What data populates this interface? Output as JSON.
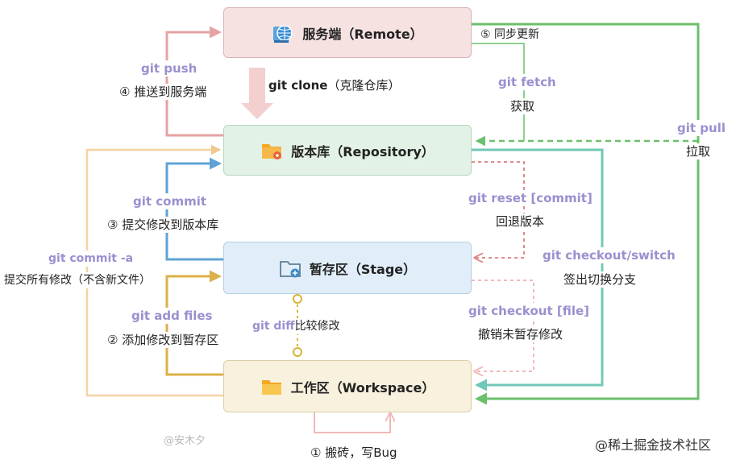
{
  "boxes": {
    "remote": "服务端（Remote）",
    "repository": "版本库（Repository）",
    "stage": "暂存区（Stage）",
    "workspace": "工作区（Workspace）"
  },
  "labels": {
    "git_push": "git push",
    "push_desc": "④ 推送到服务端",
    "git_clone": "git clone",
    "clone_desc": "（克隆仓库）",
    "sync_desc": "⑤ 同步更新",
    "git_fetch": "git fetch",
    "fetch_desc": "获取",
    "git_pull": "git pull",
    "pull_desc": "拉取",
    "git_commit": "git commit",
    "commit_desc": "③ 提交修改到版本库",
    "git_commit_a": "git commit -a",
    "commit_a_desc": "提交所有修改（不含新文件）",
    "git_reset": "git reset [commit]",
    "reset_desc": "回退版本",
    "git_checkout_switch": "git checkout/switch",
    "checkout_switch_desc": "签出切换分支",
    "git_add": "git add files",
    "add_desc": "② 添加修改到暂存区",
    "git_diff": "git diff",
    "diff_desc": "比较修改",
    "git_checkout_file": "git checkout [file]",
    "checkout_file_desc": "撤销未暂存修改",
    "work_desc": "① 搬砖，写Bug",
    "watermark_author": "@安木夕",
    "watermark_site": "@稀土掘金技术社区"
  },
  "icons": {
    "remote": "globe-server-icon",
    "repository": "folder-repository-icon",
    "stage": "folder-stage-icon",
    "workspace": "folder-icon"
  },
  "colors": {
    "push": "#e5a3a3",
    "clone": "#f0c6c6",
    "pull": "#6cbf6c",
    "fetch": "#8fd18f",
    "commit": "#5fa3d6",
    "commit_a": "#f3d3a3",
    "add": "#dcb04a",
    "diff": "#d9b338",
    "reset": "#e08a8a",
    "switch": "#72c8b8",
    "work": "#f0b9b9",
    "command_text": "#9c8fcf"
  }
}
